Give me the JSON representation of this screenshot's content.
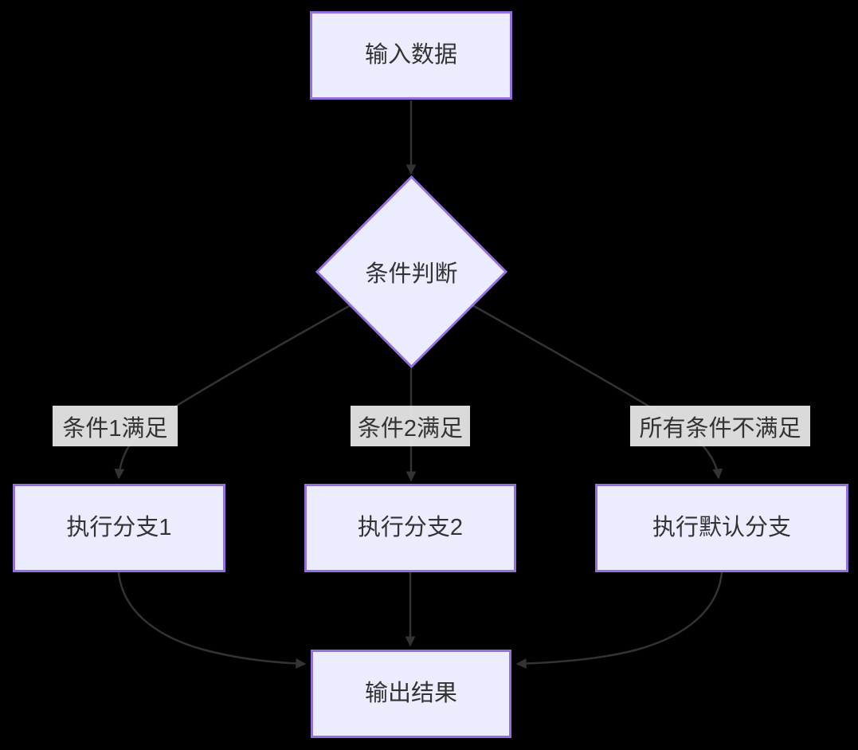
{
  "diagram": {
    "type": "flowchart",
    "direction": "top-down",
    "nodes": {
      "input": {
        "label": "输入数据",
        "shape": "rect"
      },
      "decision": {
        "label": "条件判断",
        "shape": "diamond"
      },
      "branch1": {
        "label": "执行分支1",
        "shape": "rect"
      },
      "branch2": {
        "label": "执行分支2",
        "shape": "rect"
      },
      "default_branch": {
        "label": "执行默认分支",
        "shape": "rect"
      },
      "output": {
        "label": "输出结果",
        "shape": "rect"
      }
    },
    "edges": [
      {
        "from": "input",
        "to": "decision",
        "label": ""
      },
      {
        "from": "decision",
        "to": "branch1",
        "label": "条件1满足"
      },
      {
        "from": "decision",
        "to": "branch2",
        "label": "条件2满足"
      },
      {
        "from": "decision",
        "to": "default_branch",
        "label": "所有条件不满足"
      },
      {
        "from": "branch1",
        "to": "output",
        "label": ""
      },
      {
        "from": "branch2",
        "to": "output",
        "label": ""
      },
      {
        "from": "default_branch",
        "to": "output",
        "label": ""
      }
    ],
    "colors": {
      "node_fill": "#ECECFF",
      "node_border": "#9370DB",
      "edge_line": "#333333",
      "edge_label_bg": "#E8E8E8",
      "text": "#333333",
      "background": "#000000"
    }
  }
}
